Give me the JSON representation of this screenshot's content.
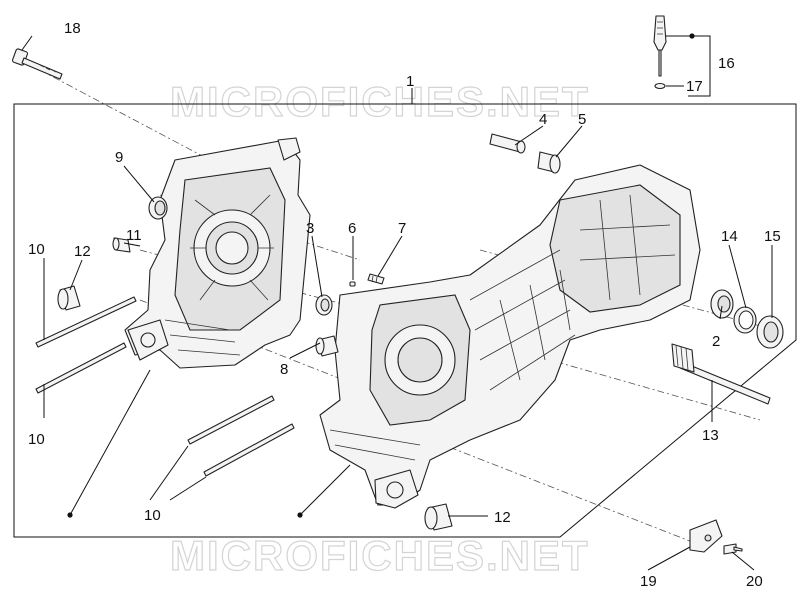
{
  "watermark": {
    "top": "MICROFICHES.NET",
    "bottom": "MICROFICHES.NET"
  },
  "callouts": {
    "c1": "1",
    "c2": "2",
    "c3": "3",
    "c4": "4",
    "c5": "5",
    "c6": "6",
    "c7": "7",
    "c8": "8",
    "c9": "9",
    "c10a": "10",
    "c10b": "10",
    "c10c": "10",
    "c11": "11",
    "c12a": "12",
    "c12b": "12",
    "c13": "13",
    "c14": "14",
    "c15": "15",
    "c16": "16",
    "c17": "17",
    "c18": "18",
    "c19": "19",
    "c20": "20"
  }
}
